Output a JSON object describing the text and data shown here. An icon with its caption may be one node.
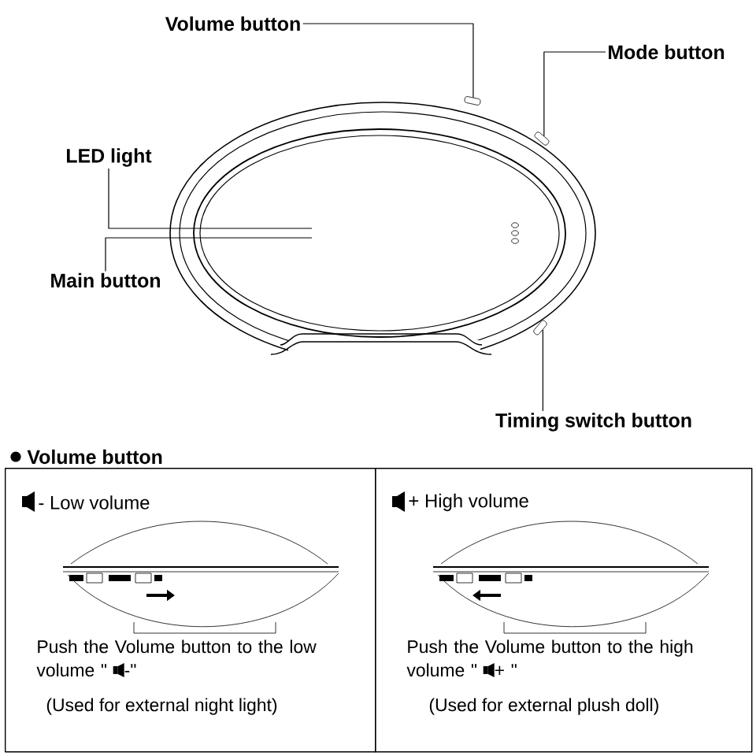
{
  "diagram": {
    "nodes": [
      {
        "text": [
          "Volume button"
        ]
      },
      {
        "text": [],
        "shape": "box"
      },
      {
        "text": [
          "Mode button"
        ]
      },
      {
        "text": [],
        "shape": "box"
      },
      {
        "text": [
          "LED light"
        ]
      },
      {
        "text": [
          "Main button"
        ]
      },
      {
        "text": [
          "Timing switch button"
        ]
      },
      {
        "text": [],
        "shape": "box"
      },
      {
        "text": [
          "- Low volume",
          "Push the Volume button to the low volume \" ",
          "-\"",
          "(Used for external night light)"
        ]
      },
      {
        "text": [
          "+ High volume",
          "Push the Volume button to the high volume \" ",
          "+ \"",
          "(Used for external plush doll)"
        ]
      }
    ],
    "edges": [
      {
        "from": 0,
        "to": 1,
        "arrow": "none"
      },
      {
        "from": 2,
        "to": 3,
        "arrow": "none"
      },
      {
        "from": 4,
        "to": null,
        "arrow": "none"
      },
      {
        "from": 5,
        "to": null,
        "arrow": "none"
      },
      {
        "from": 6,
        "to": 7,
        "arrow": "none"
      }
    ],
    "labels": [
      "Volume button"
    ]
  }
}
